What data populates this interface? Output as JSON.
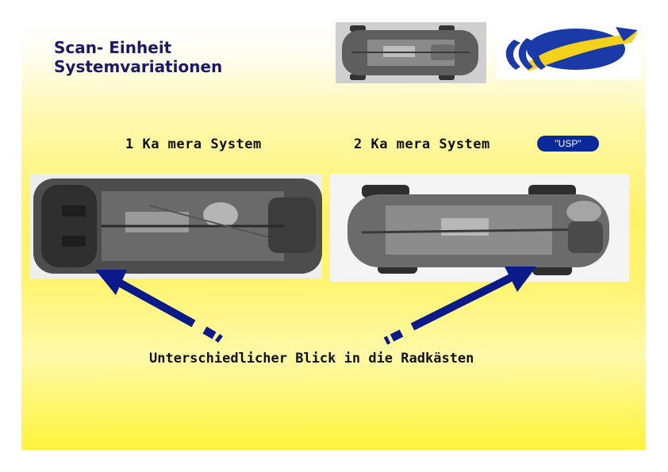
{
  "slide": {
    "title_line1": "Scan- Einheit",
    "title_line2": "Systemvariationen",
    "label_left": "1 Ka mera System",
    "label_right": "2 Ka mera System",
    "bottom_caption": "Unterschiedlicher Blick in die Radkästen",
    "badge_text": "\"USP\""
  },
  "images": {
    "top_photo": "car-underbody-thumbnail",
    "left_photo": "car-underbody-1-camera",
    "right_photo": "car-underbody-2-camera",
    "logo": "company-logo-swoosh"
  },
  "colors": {
    "title": "#1a1a66",
    "arrow": "#0a1a8a",
    "badge": "#0a2a9a",
    "logo_blue": "#1a3aa8",
    "logo_yellow": "#f2d21a"
  }
}
